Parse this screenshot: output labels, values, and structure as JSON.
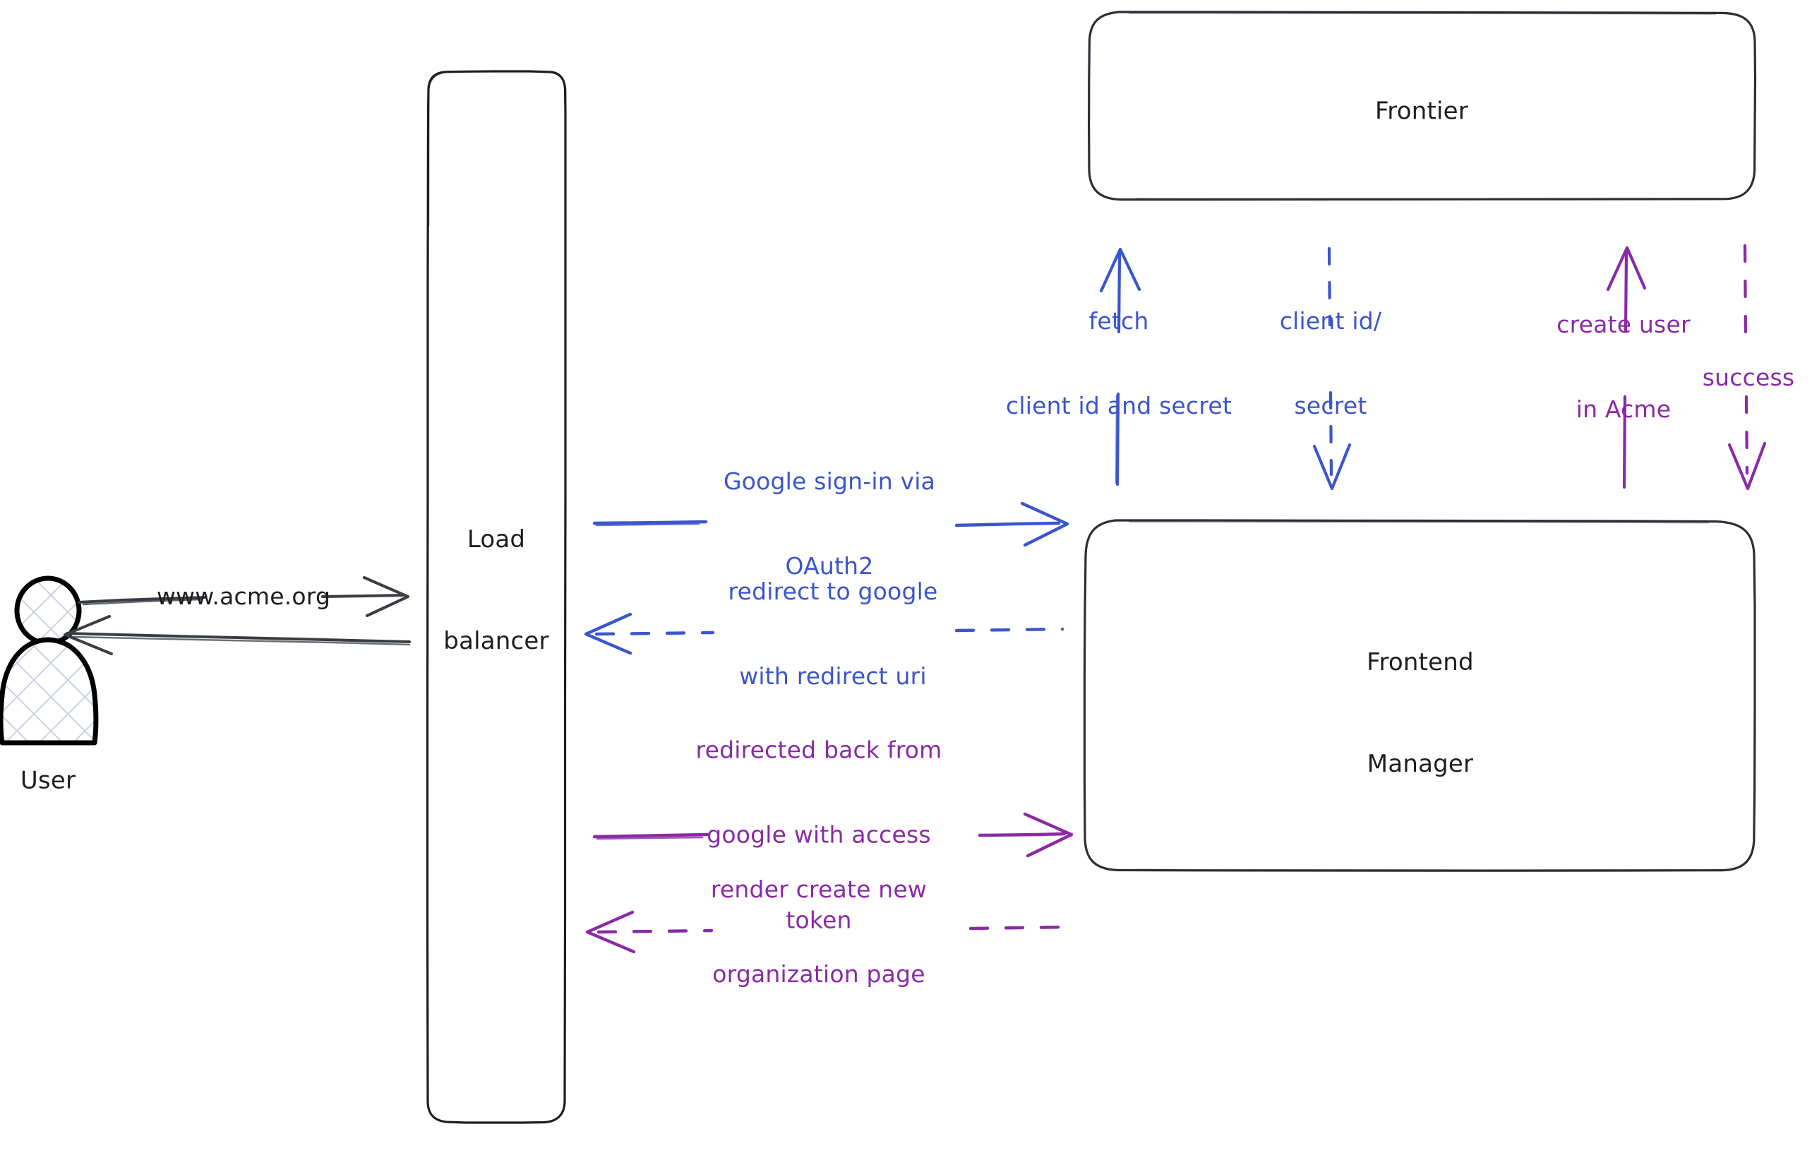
{
  "diagram": {
    "title": "Acme Google OAuth2 sign-in flow",
    "background": "#ffffff",
    "colors": {
      "stroke_dark": "#1e1e1e",
      "blue": "#3b55cc",
      "purple": "#8a2aa5",
      "hatch": "#c9d2e3"
    }
  },
  "actors": [
    {
      "id": "user",
      "label": "User",
      "shape": "person-icon",
      "fill_pattern": "cross-hatch"
    }
  ],
  "nodes": [
    {
      "id": "load-balancer",
      "label": "Load\nbalancer",
      "label_line1": "Load",
      "label_line2": "balancer",
      "shape": "rounded-rect-vertical"
    },
    {
      "id": "frontier",
      "label": "Frontier",
      "shape": "rounded-rect"
    },
    {
      "id": "frontend-manager",
      "label": "Frontend\nManager",
      "label_line1": "Frontend",
      "label_line2": "Manager",
      "shape": "rounded-rect"
    }
  ],
  "edges": [
    {
      "id": "user-to-lb",
      "from": "user",
      "to": "load-balancer",
      "label": "www.acme.org",
      "color": "#1e1e1e",
      "style": "solid",
      "direction": "right"
    },
    {
      "id": "lb-to-user",
      "from": "load-balancer",
      "to": "user",
      "label": "",
      "color": "#1e1e1e",
      "style": "solid",
      "direction": "left"
    },
    {
      "id": "lb-to-fm-signin",
      "from": "load-balancer",
      "to": "frontend-manager",
      "label_line1": "Google sign-in via",
      "label_line2": "OAuth2",
      "color": "#3b55cc",
      "style": "solid",
      "direction": "right"
    },
    {
      "id": "fm-to-lb-redirect",
      "from": "frontend-manager",
      "to": "load-balancer",
      "label_line1": "redirect to google",
      "label_line2": "with redirect uri",
      "color": "#3b55cc",
      "style": "dashed",
      "direction": "left"
    },
    {
      "id": "lb-to-fm-token",
      "from": "load-balancer",
      "to": "frontend-manager",
      "label_line1": "redirected back from",
      "label_line2": "google with access",
      "label_line3": "token",
      "color": "#8a2aa5",
      "style": "solid",
      "direction": "right"
    },
    {
      "id": "fm-to-lb-render",
      "from": "frontend-manager",
      "to": "load-balancer",
      "label_line1": "render create new",
      "label_line2": "organization page",
      "color": "#8a2aa5",
      "style": "dashed",
      "direction": "left"
    },
    {
      "id": "fm-to-frontier-fetch",
      "from": "frontend-manager",
      "to": "frontier",
      "label_line1": "fetch",
      "label_line2": "client id and secret",
      "color": "#3b55cc",
      "style": "solid",
      "direction": "up"
    },
    {
      "id": "frontier-to-fm-creds",
      "from": "frontier",
      "to": "frontend-manager",
      "label_line1": "client id/",
      "label_line2": "secret",
      "color": "#3b55cc",
      "style": "dashed",
      "direction": "down"
    },
    {
      "id": "fm-to-frontier-create-user",
      "from": "frontend-manager",
      "to": "frontier",
      "label_line1": "create user",
      "label_line2": "in Acme",
      "color": "#8a2aa5",
      "style": "solid",
      "direction": "up"
    },
    {
      "id": "frontier-to-fm-success",
      "from": "frontier",
      "to": "frontend-manager",
      "label": "success",
      "color": "#8a2aa5",
      "style": "dashed",
      "direction": "down"
    }
  ]
}
